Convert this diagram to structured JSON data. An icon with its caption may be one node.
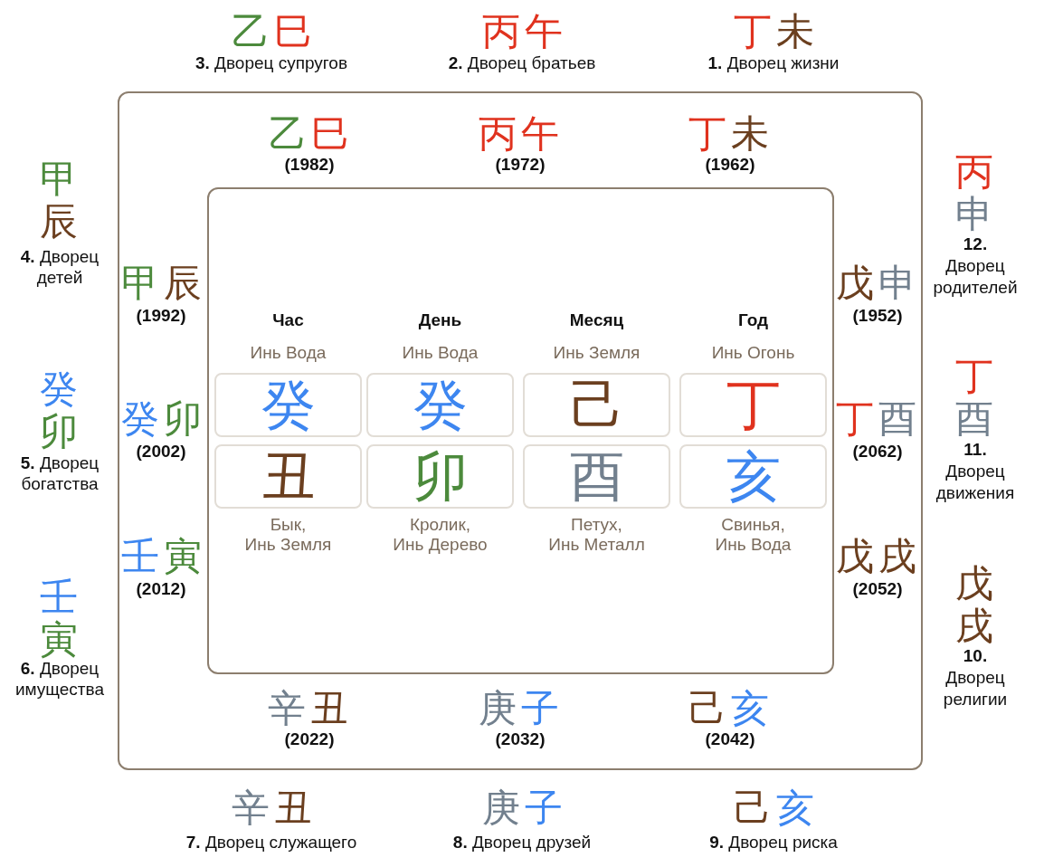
{
  "diagram": {
    "nodes": [
      {
        "text": [],
        "shape": "box"
      },
      {
        "text": [],
        "shape": "box",
        "in": 0
      },
      {
        "text": [
          "癸"
        ],
        "in": 1,
        "beside": [
          "Час",
          "Инь Вода"
        ]
      },
      {
        "text": [
          "癸"
        ],
        "in": 1,
        "beside": [
          "День",
          "Инь Вода"
        ]
      },
      {
        "text": [
          "己"
        ],
        "in": 1,
        "beside": [
          "Месяц",
          "Инь Земля"
        ]
      },
      {
        "text": [
          "丁"
        ],
        "in": 1,
        "beside": [
          "Год",
          "Инь Огонь"
        ]
      },
      {
        "text": [
          "丑"
        ],
        "in": 1,
        "beside": [
          "Бык, Инь Земля"
        ]
      },
      {
        "text": [
          "卯"
        ],
        "in": 1,
        "beside": [
          "Кролик, Инь Дерево"
        ]
      },
      {
        "text": [
          "酉"
        ],
        "in": 1,
        "beside": [
          "Петух, Инь Металл"
        ]
      },
      {
        "text": [
          "亥"
        ],
        "in": 1,
        "beside": [
          "Свинья, Инь Вода"
        ]
      }
    ],
    "labels": [
      "乙巳",
      "**3.** Дворец супругов",
      "丙午",
      "**2.** Дворец братьев",
      "丁未",
      "**1.** Дворец жизни",
      "乙巳",
      "(1982)",
      "丙午",
      "(1972)",
      "丁未",
      "(1962)",
      "甲辰",
      "**4.** Дворец детей",
      "癸卯",
      "**5.** Дворец богатства",
      "壬寅",
      "**6.** Дворец имущества",
      "甲辰",
      "(1992)",
      "癸卯",
      "(2002)",
      "壬寅",
      "(2012)",
      "戊申",
      "(1952)",
      "丁酉",
      "(2062)",
      "戊戌",
      "(2052)",
      "丙申",
      "**12.** Дворец родителей",
      "丁酉",
      "**11.** Дворец движения",
      "戊戌",
      "**10.** Дворец религии",
      "辛丑",
      "(2022)",
      "庚子",
      "(2032)",
      "己亥",
      "(2042)",
      "辛丑",
      "**7.** Дворец служащего",
      "庚子",
      "**8.** Дворец друзей",
      "己亥",
      "**9.** Дворец риска"
    ]
  }
}
